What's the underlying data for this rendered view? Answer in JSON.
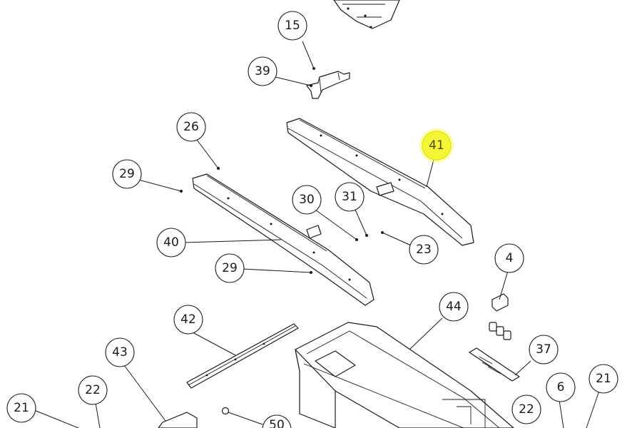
{
  "diagram": {
    "callouts": [
      {
        "id": "c15",
        "label": "15"
      },
      {
        "id": "c39",
        "label": "39"
      },
      {
        "id": "c26",
        "label": "26"
      },
      {
        "id": "c41",
        "label": "41",
        "highlighted": true
      },
      {
        "id": "c29a",
        "label": "29"
      },
      {
        "id": "c30",
        "label": "30"
      },
      {
        "id": "c31",
        "label": "31"
      },
      {
        "id": "c40",
        "label": "40"
      },
      {
        "id": "c23",
        "label": "23"
      },
      {
        "id": "c29b",
        "label": "29"
      },
      {
        "id": "c4",
        "label": "4"
      },
      {
        "id": "c42",
        "label": "42"
      },
      {
        "id": "c44",
        "label": "44"
      },
      {
        "id": "c43",
        "label": "43"
      },
      {
        "id": "c37",
        "label": "37"
      },
      {
        "id": "c22a",
        "label": "22"
      },
      {
        "id": "c6",
        "label": "6"
      },
      {
        "id": "c21a",
        "label": "21"
      },
      {
        "id": "c21b",
        "label": "21"
      },
      {
        "id": "c22b",
        "label": "22"
      },
      {
        "id": "c50",
        "label": "50"
      }
    ],
    "highlight_color": "#f4f536"
  }
}
